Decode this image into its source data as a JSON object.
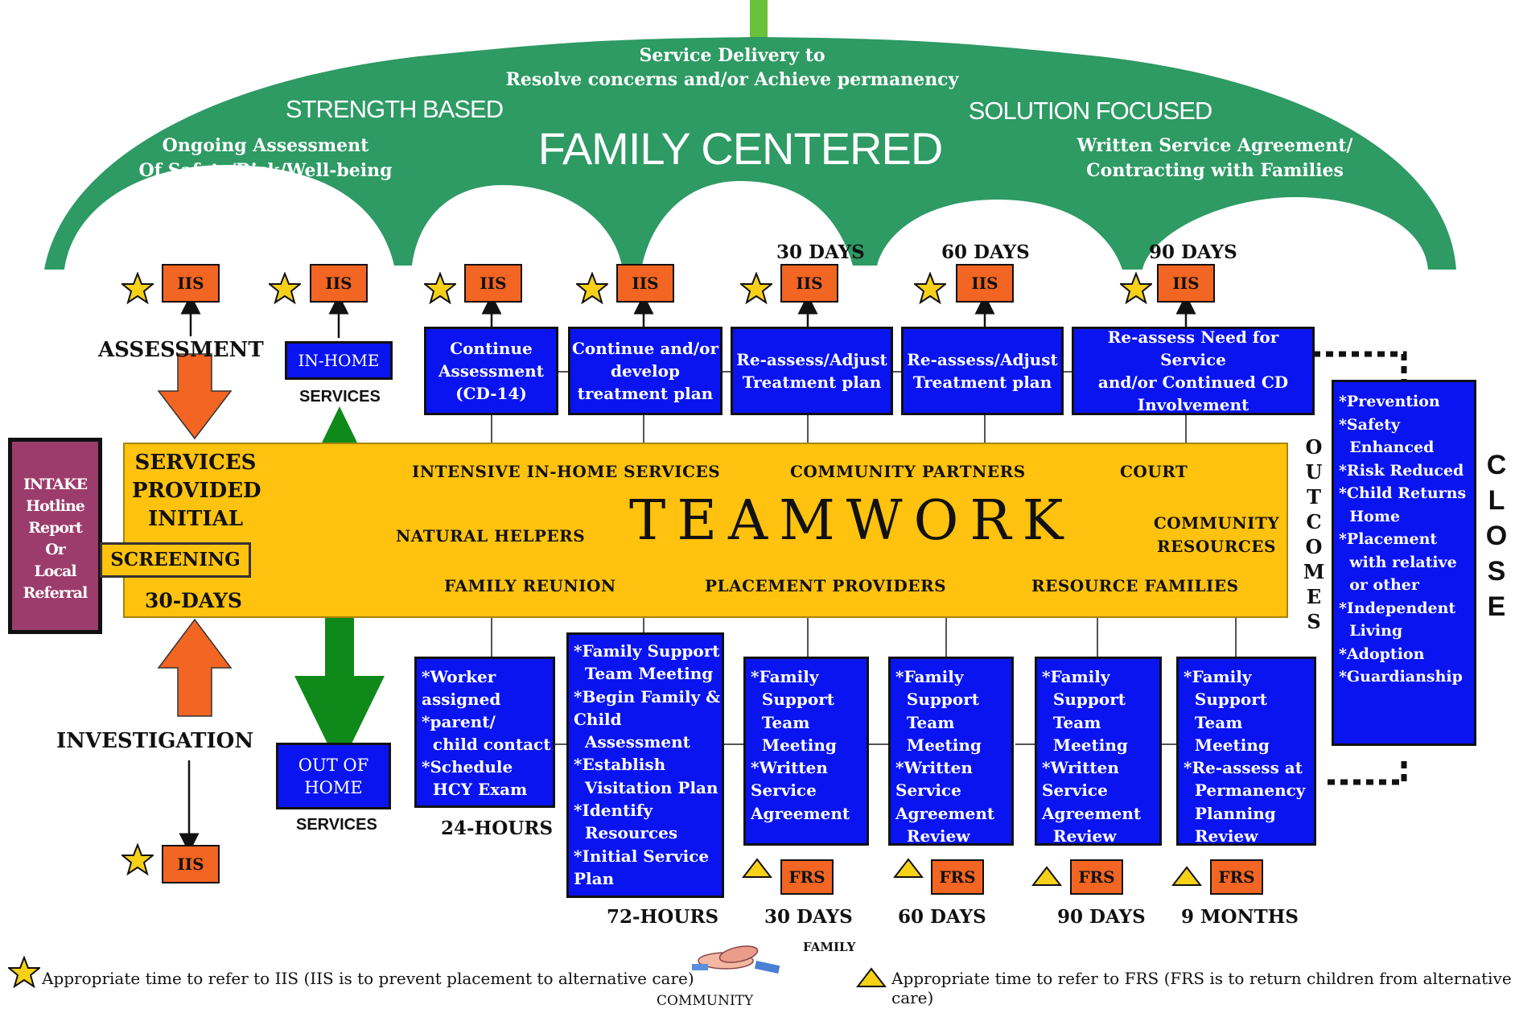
{
  "arch": {
    "top_line1": "Service Delivery to",
    "top_line2": "Resolve concerns and/or Achieve permanency",
    "left_heading": "STRENGTH BASED",
    "center_heading": "FAMILY CENTERED",
    "right_heading": "SOLUTION FOCUSED",
    "left_sub1": "Ongoing Assessment",
    "left_sub2": "Of Safety/Risk/Well-being",
    "right_sub1": "Written Service Agreement/",
    "right_sub2": "Contracting with Families"
  },
  "colors": {
    "arch_green": "#2e9a64",
    "box_blue": "#0a14f0",
    "band_yellow": "#ffc20e",
    "iis_orange": "#f26522",
    "intake_maroon": "#9c3c6c",
    "arrow_green": "#0f8a1a"
  },
  "top_days": [
    "30 DAYS",
    "60 DAYS",
    "90 DAYS"
  ],
  "iis_label": "IIS",
  "frs_label": "FRS",
  "left": {
    "assessment": "ASSESSMENT",
    "investigation": "INVESTIGATION",
    "in_home": "IN-HOME",
    "in_home_services": "SERVICES",
    "out_of_home": "OUT OF\nHOME",
    "out_of_home_services": "SERVICES",
    "intake": "INTAKE\nHotline\nReport\nOr\nLocal\nReferral",
    "services_provided": "SERVICES\nPROVIDED\nINITIAL",
    "screening": "SCREENING",
    "thirty_days": "30-DAYS"
  },
  "top_boxes": [
    "Continue\nAssessment\n(CD-14)",
    "Continue and/or\ndevelop\ntreatment plan",
    "Re-assess/Adjust\nTreatment plan",
    "Re-assess/Adjust\nTreatment plan",
    "Re-assess Need for Service\nand/or Continued CD\nInvolvement"
  ],
  "band": {
    "intensive": "INTENSIVE IN-HOME SERVICES",
    "community_partners": "COMMUNITY PARTNERS",
    "court": "COURT",
    "natural_helpers": "NATURAL HELPERS",
    "teamwork": "TEAMWORK",
    "community_resources": "COMMUNITY\nRESOURCES",
    "family_reunion": "FAMILY REUNION",
    "placement_providers": "PLACEMENT PROVIDERS",
    "resource_families": "RESOURCE FAMILIES"
  },
  "outcomes_letters": [
    "O",
    "U",
    "T",
    "C",
    "O",
    "M",
    "E",
    "S"
  ],
  "close_letters": [
    "C",
    "L",
    "O",
    "S",
    "E"
  ],
  "outcomes_box": "*Prevention\n*Safety\n  Enhanced\n*Risk Reduced\n*Child Returns\n  Home\n*Placement\n  with relative\n  or other\n*Independent\n  Living\n*Adoption\n*Guardianship",
  "bottom_boxes": [
    "*Worker\nassigned\n*parent/\n  child contact\n*Schedule\n  HCY Exam",
    "*Family Support\n  Team Meeting\n*Begin Family &\nChild\n  Assessment\n*Establish\n  Visitation Plan\n*Identify\n  Resources\n*Initial Service\nPlan",
    "*Family\n  Support\n  Team\n  Meeting\n*Written\nService\nAgreement",
    "*Family\n  Support\n  Team\n  Meeting\n*Written\nService\nAgreement\n  Review",
    "*Family\n  Support\n  Team\n  Meeting\n*Written\nService\nAgreement\n  Review",
    "*Family\n  Support\n  Team\n  Meeting\n*Re-assess at\n  Permanency\n  Planning\n  Review"
  ],
  "bottom_times": [
    "24-HOURS",
    "72-HOURS",
    "30 DAYS",
    "60 DAYS",
    "90 DAYS",
    "9 MONTHS"
  ],
  "legend": {
    "iis_note": "Appropriate time to refer to IIS (IIS is to prevent placement to alternative care)",
    "frs_note": "Appropriate time to refer to FRS (FRS is to return children from alternative care)",
    "family": "FAMILY",
    "community": "COMMUNITY"
  }
}
